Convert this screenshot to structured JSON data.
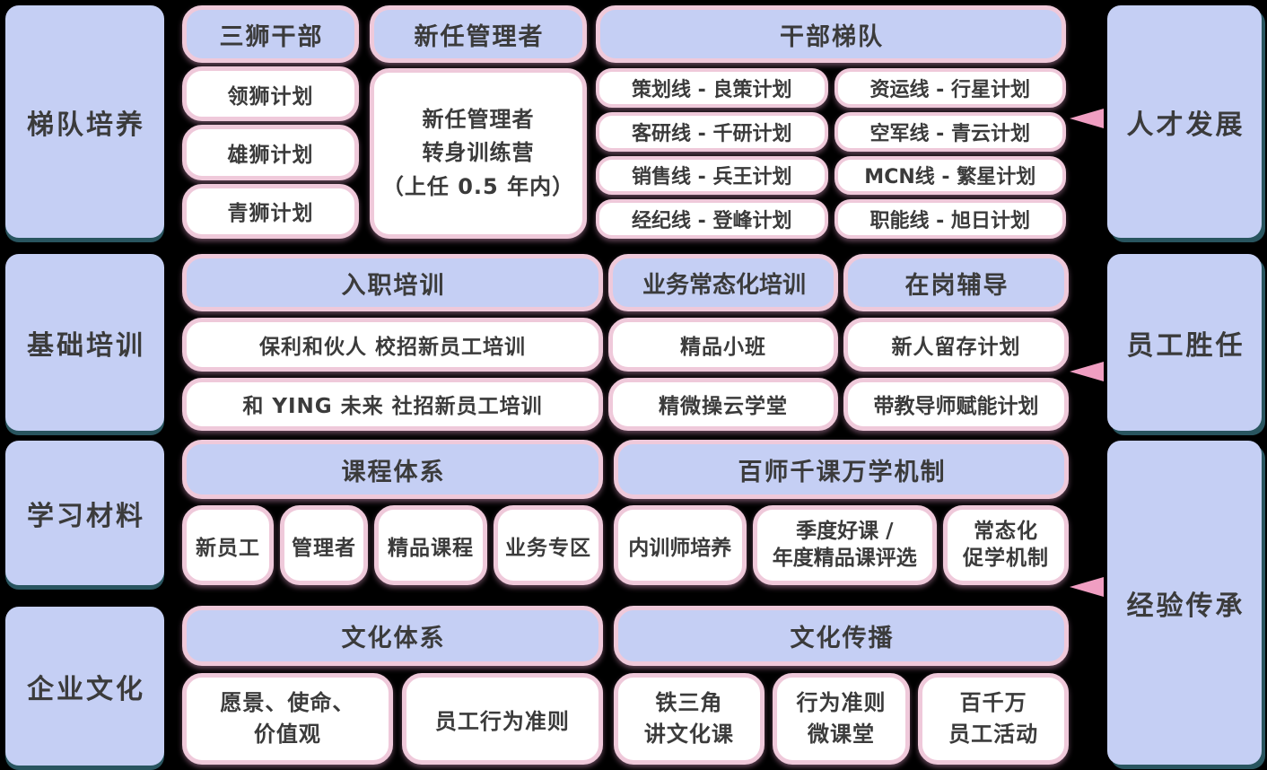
{
  "palette": {
    "background": "#000000",
    "blue_fill": "#c5cff4",
    "pink_border": "#efc9da",
    "white_fill": "#ffffff",
    "teal_shadow": "#29555f",
    "arrow_pink": "#f09ec2",
    "text": "#3b3b3b"
  },
  "icons": {
    "arrow": "left-triangle-arrow"
  },
  "left_labels": {
    "r1": "梯队培养",
    "r2": "基础培训",
    "r3": "学习材料",
    "r4": "企业文化"
  },
  "right_labels": {
    "r1": "人才发展",
    "r2": "员工胜任",
    "r3": "经验传承"
  },
  "row1": {
    "three_lions": {
      "header": "三狮干部",
      "items": [
        "领狮计划",
        "雄狮计划",
        "青狮计划"
      ]
    },
    "new_manager": {
      "header": "新任管理者",
      "body": "新任管理者\n转身训练营\n（上任 0.5 年内）"
    },
    "cadre": {
      "header": "干部梯队",
      "col1": [
        "策划线 - 良策计划",
        "客研线 - 千研计划",
        "销售线 - 兵王计划",
        "经纪线 - 登峰计划"
      ],
      "col2": [
        "资运线 - 行星计划",
        "空军线 - 青云计划",
        "MCN线 - 繁星计划",
        "职能线 - 旭日计划"
      ]
    }
  },
  "row2": {
    "onboarding": {
      "header": "入职培训",
      "items": [
        "保利和伙人  校招新员工培训",
        "和 YING 未来  社招新员工培训"
      ]
    },
    "routine": {
      "header": "业务常态化培训",
      "items": [
        "精品小班",
        "精微操云学堂"
      ]
    },
    "coaching": {
      "header": "在岗辅导",
      "items": [
        "新人留存计划",
        "带教导师赋能计划"
      ]
    }
  },
  "row3": {
    "courses": {
      "header": "课程体系",
      "items": [
        "新员工",
        "管理者",
        "精品课程",
        "业务专区"
      ]
    },
    "mechanism": {
      "header": "百师千课万学机制",
      "items": [
        "内训师培养",
        "季度好课 /\n年度精品课评选",
        "常态化\n促学机制"
      ]
    }
  },
  "row4": {
    "culture_system": {
      "header": "文化体系",
      "items": [
        "愿景、使命、\n价值观",
        "员工行为准则"
      ]
    },
    "culture_spread": {
      "header": "文化传播",
      "items": [
        "铁三角\n讲文化课",
        "行为准则\n微课堂",
        "百千万\n员工活动"
      ]
    }
  }
}
